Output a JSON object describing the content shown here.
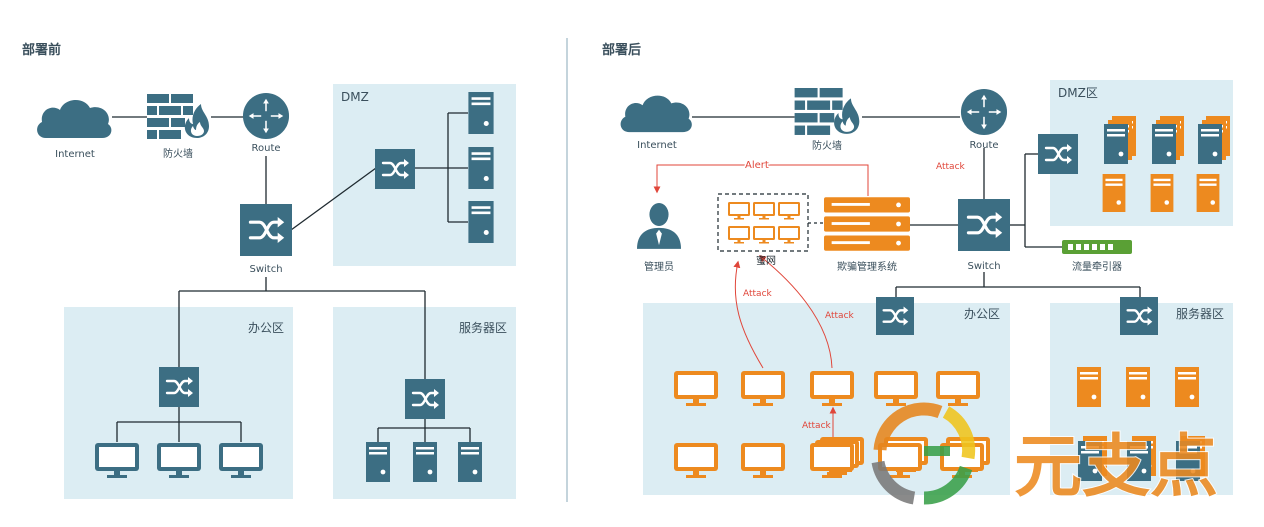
{
  "panels": {
    "before": {
      "title": "部署前"
    },
    "after": {
      "title": "部署后"
    }
  },
  "before": {
    "internet": "Internet",
    "firewall": "防火墙",
    "router": "Route",
    "switch": "Switch",
    "zone_dmz": "DMZ",
    "zone_office": "办公区",
    "zone_server": "服务器区"
  },
  "after": {
    "internet": "Internet",
    "firewall": "防火墙",
    "router": "Route",
    "switch": "Switch",
    "admin": "管理员",
    "honeynet": "蜜网",
    "deception_system": "欺骗管理系统",
    "traffic_redirector": "流量牵引器",
    "zone_dmz": "DMZ区",
    "zone_office": "办公区",
    "zone_server": "服务器区",
    "alert": "Alert",
    "attack_router": "Attack",
    "attack_left": "Attack",
    "attack_right": "Attack",
    "attack_bottom": "Attack"
  },
  "watermark": {
    "text": "元支点"
  },
  "colors": {
    "device": "#3c6e83",
    "zone": "#dcedf3",
    "orange": "#ed8a1f",
    "attack": "#e0463a",
    "divider": "#8aa8b8"
  }
}
